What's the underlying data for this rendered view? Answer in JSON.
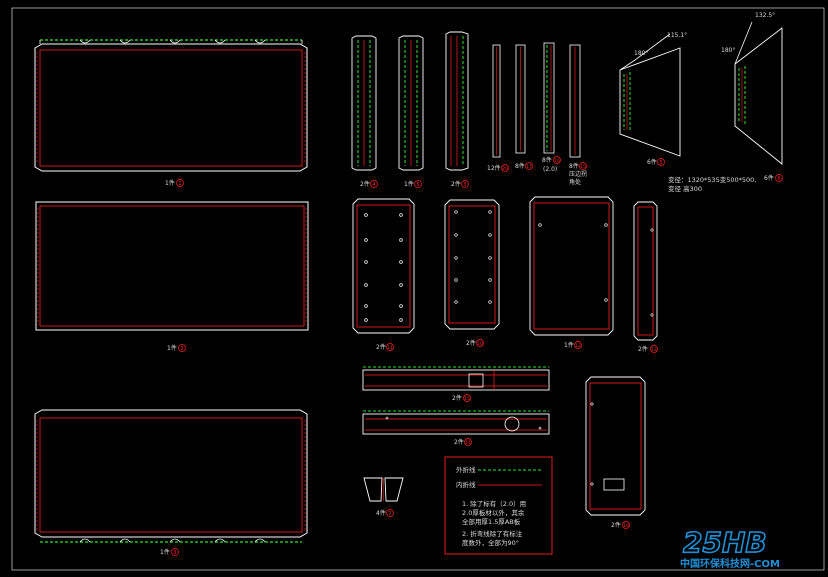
{
  "colors": {
    "background": "#000000",
    "outline": "#ffffff",
    "inner_line": "#ff2020",
    "outer_fold": "#30e030",
    "part_circle": "#ff2020",
    "text": "#dcdcdc",
    "watermark": "#1e90d8"
  },
  "labels": {
    "part_1a": "1件",
    "part_1b": "1件",
    "part_1c": "1件",
    "part_2a": "2件",
    "part_2b": "1件",
    "part_2c": "2件",
    "part_20": "12件",
    "part_17": "8件",
    "part_16": "8件",
    "part_16_note": "(2.0)",
    "part_15": "8件",
    "part_15_note1": "压边拐",
    "part_15_note2": "角处",
    "part_5": "6件",
    "part_6": "6件",
    "part_11": "2件",
    "part_10": "2件",
    "part_12": "1件",
    "part_13": "2件",
    "part_14a": "2件",
    "part_14b": "2件",
    "part_7": "4件",
    "part_19": "2件"
  },
  "circle_numbers": {
    "part_1a": "1",
    "part_1b": "2",
    "part_1c": "3",
    "part_2a": "4",
    "part_2b": "5",
    "part_2c": "3",
    "part_20": "20",
    "part_17": "17",
    "part_16": "16",
    "part_15": "15",
    "part_5": "5",
    "part_6": "6",
    "part_11": "11",
    "part_10": "10",
    "part_12": "12",
    "part_13": "13",
    "part_14a": "13",
    "part_14b": "14",
    "part_7": "7",
    "part_19": "19"
  },
  "angles": {
    "a1": "180°",
    "a2": "115.1°",
    "a3": "180°",
    "a4": "132.5°"
  },
  "notes": {
    "spec_line1": "变径：1320*535变500*500,",
    "spec_line2": "变径 高300"
  },
  "legend": {
    "outer_fold": "外折线",
    "inner_fold": "内折线",
    "note1_line1": "1. 除了标有（2.0）用",
    "note1_line2": "2.0厚板材以外，其余",
    "note1_line3": "全部用厚1.5厚AB板",
    "note2_line1": "2. 折弯线除了有标注",
    "note2_line2": "度数外，全部为90°"
  },
  "watermark": {
    "logo": "25HB",
    "sub": "中国环保科技网-COM"
  }
}
